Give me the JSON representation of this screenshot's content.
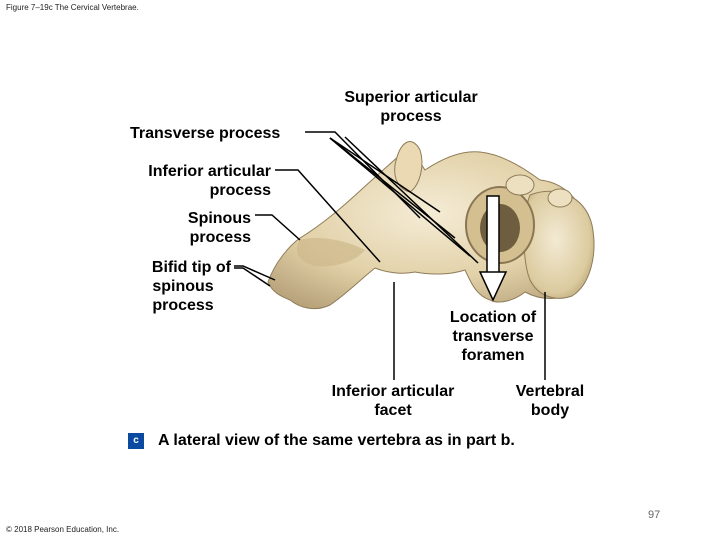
{
  "figure_title": "Figure 7–19c The Cervical Vertebrae.",
  "labels": {
    "transverse_process": "Transverse process",
    "superior_articular_l1": "Superior articular",
    "superior_articular_l2": "process",
    "inferior_articular_process_l1": "Inferior articular",
    "inferior_articular_process_l2": "process",
    "spinous_process_l1": "Spinous",
    "spinous_process_l2": "process",
    "bifid_tip_l1": "Bifid tip of",
    "bifid_tip_l2": "spinous",
    "bifid_tip_l3": "process",
    "location_foramen_l1": "Location of",
    "location_foramen_l2": "transverse",
    "location_foramen_l3": "foramen",
    "inferior_facet_l1": "Inferior articular",
    "inferior_facet_l2": "facet",
    "vertebral_body_l1": "Vertebral",
    "vertebral_body_l2": "body"
  },
  "caption": {
    "badge": "c",
    "text": "A lateral view of the same vertebra as in part b."
  },
  "page_number": "97",
  "copyright": "© 2018 Pearson Education, Inc.",
  "colors": {
    "bone_light": "#efe3c6",
    "bone_mid": "#d8c59a",
    "bone_dark": "#9e8c66",
    "badge": "#0b4aa0"
  }
}
